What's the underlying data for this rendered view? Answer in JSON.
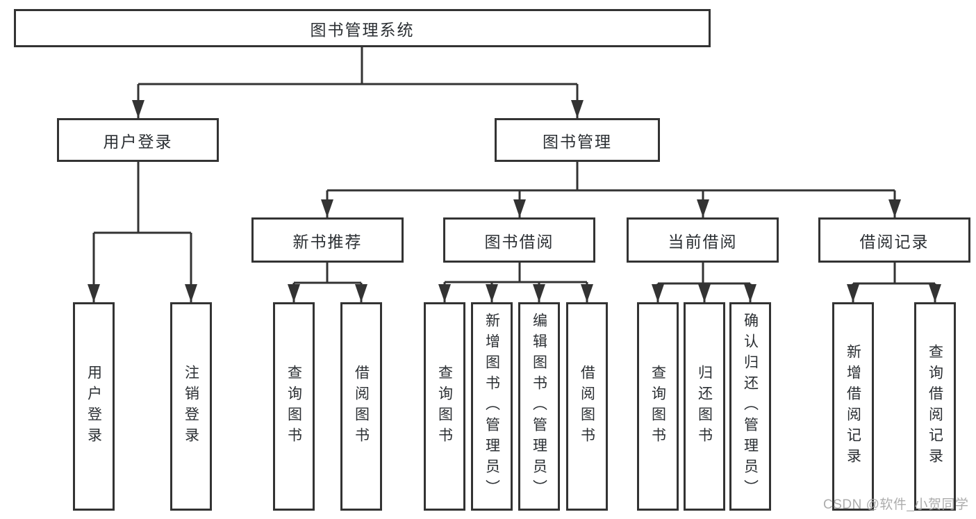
{
  "root": {
    "label": "图书管理系统"
  },
  "level2": [
    {
      "label": "用户登录"
    },
    {
      "label": "图书管理"
    }
  ],
  "level3": [
    {
      "label": "新书推荐",
      "parent": "图书管理"
    },
    {
      "label": "图书借阅",
      "parent": "图书管理"
    },
    {
      "label": "当前借阅",
      "parent": "图书管理"
    },
    {
      "label": "借阅记录",
      "parent": "图书管理"
    }
  ],
  "leaves": [
    {
      "label": "用户登录",
      "parent": "用户登录"
    },
    {
      "label": "注销登录",
      "parent": "用户登录"
    },
    {
      "label": "查询图书",
      "parent": "新书推荐"
    },
    {
      "label": "借阅图书",
      "parent": "新书推荐"
    },
    {
      "label": "查询图书",
      "parent": "图书借阅"
    },
    {
      "label": "新增图书（管理员）",
      "parent": "图书借阅"
    },
    {
      "label": "编辑图书（管理员）",
      "parent": "图书借阅"
    },
    {
      "label": "借阅图书",
      "parent": "图书借阅"
    },
    {
      "label": "查询图书",
      "parent": "当前借阅"
    },
    {
      "label": "归还图书",
      "parent": "当前借阅"
    },
    {
      "label": "确认归还（管理员）",
      "parent": "当前借阅"
    },
    {
      "label": "新增借阅记录",
      "parent": "借阅记录"
    },
    {
      "label": "查询借阅记录",
      "parent": "借阅记录"
    }
  ],
  "watermark": {
    "text": "CSDN @软件_小贺同学"
  },
  "colors": {
    "line": "#333333",
    "box_border": "#333333",
    "text": "#2b2f33",
    "watermark": "#a6a6a6",
    "background": "#ffffff"
  }
}
